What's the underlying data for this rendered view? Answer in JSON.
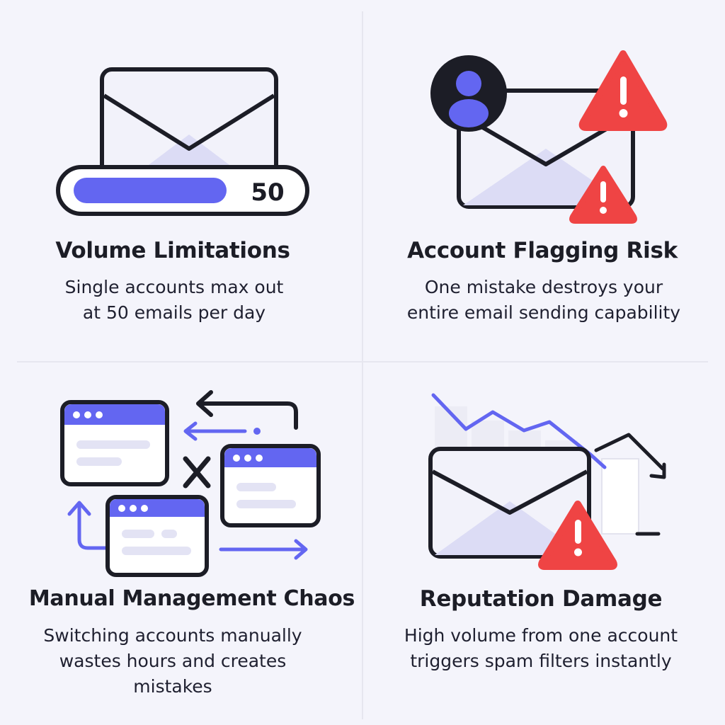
{
  "panels": [
    {
      "title": "Volume Limitations",
      "desc_lines": [
        "Single accounts max out",
        "at 50 emails per day"
      ],
      "counter": "50"
    },
    {
      "title": "Account Flagging Risk",
      "desc_lines": [
        "One mistake destroys your",
        "entire email sending capability"
      ]
    },
    {
      "title": "Manual Management Chaos",
      "desc_lines": [
        "Switching accounts manually",
        "wastes hours and creates",
        "mistakes"
      ]
    },
    {
      "title": "Reputation Damage",
      "desc_lines": [
        "High volume from one account",
        "triggers spam filters instantly"
      ]
    }
  ],
  "colors": {
    "accent": "#6366f1",
    "warning": "#ef4444",
    "outline": "#1c1d26",
    "envelope_fill": "#f2f2fa",
    "envelope_shade": "#dcdcf5"
  }
}
